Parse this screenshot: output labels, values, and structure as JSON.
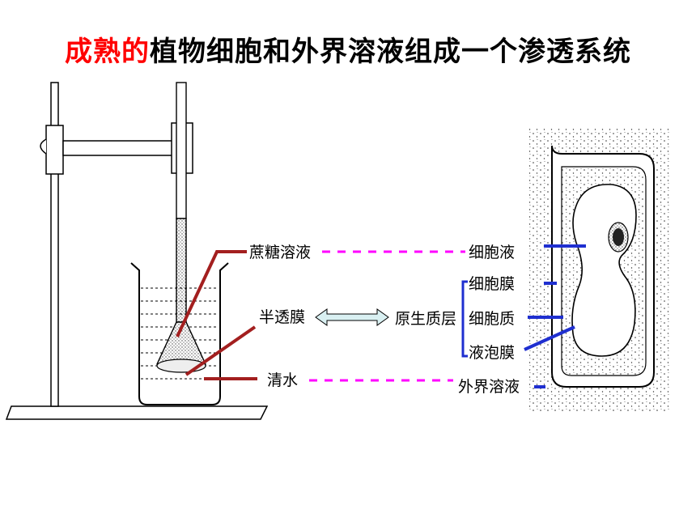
{
  "title": {
    "highlight": "成熟的",
    "rest": "植物细胞和外界溶液组成一个渗透系统"
  },
  "labels": {
    "sucrose_solution": "蔗糖溶液",
    "semipermeable_membrane": "半透膜",
    "water": "清水",
    "cell_sap": "细胞液",
    "cell_membrane": "细胞膜",
    "protoplasm_layer": "原生质层",
    "cytoplasm": "细胞质",
    "tonoplast": "液泡膜",
    "external_solution": "外界溶液"
  },
  "colors": {
    "highlight": "#ff0000",
    "pointer_left": "#a31f1f",
    "pointer_right": "#1f2fd0",
    "dashed": "#ff00ff",
    "arrow_fill": "#d9f0f2"
  },
  "icons": {
    "double_arrow": "double-arrow-icon"
  }
}
